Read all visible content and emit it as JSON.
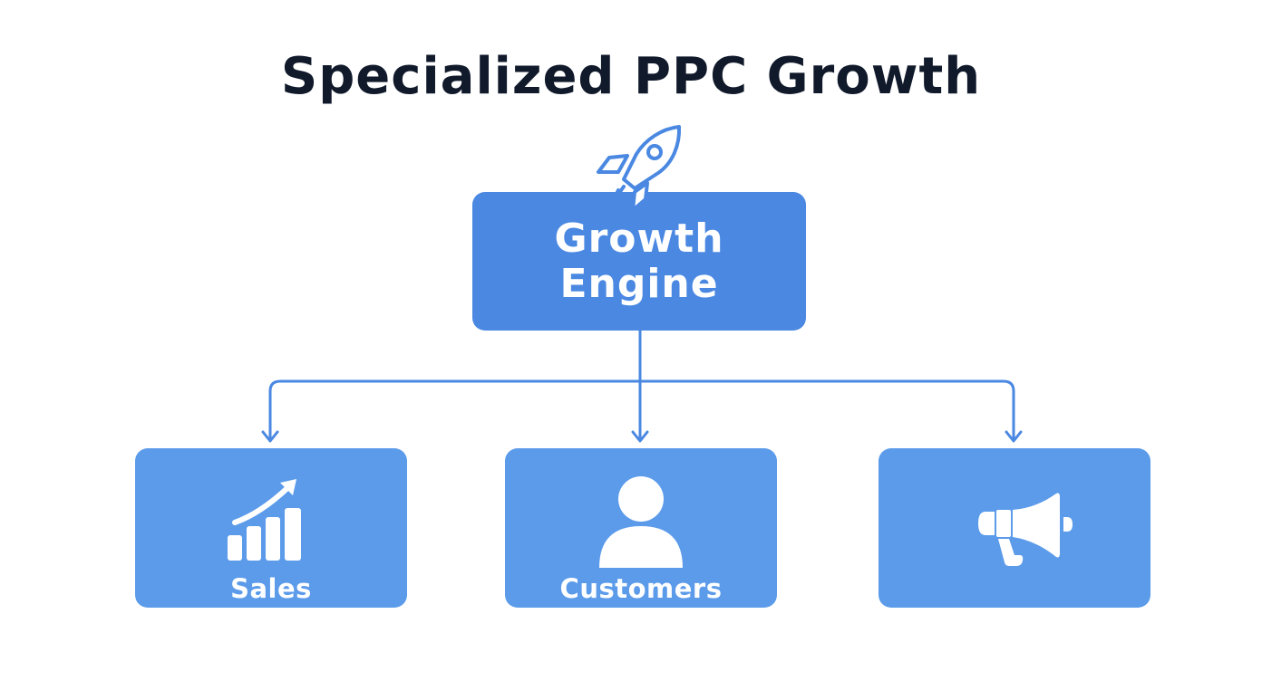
{
  "title": "Specialized PPC Growth",
  "root": {
    "line1": "Growth",
    "line2": "Engine",
    "icon": "rocket-icon",
    "color": "#4a88e2"
  },
  "children": [
    {
      "label": "Sales",
      "icon": "bar-chart-trend-icon"
    },
    {
      "label": "Customers",
      "icon": "user-icon"
    },
    {
      "label": "",
      "icon": "megaphone-icon"
    }
  ],
  "colors": {
    "title": "#111a2b",
    "card": "#5b9bea",
    "connector": "#4a88e2"
  }
}
